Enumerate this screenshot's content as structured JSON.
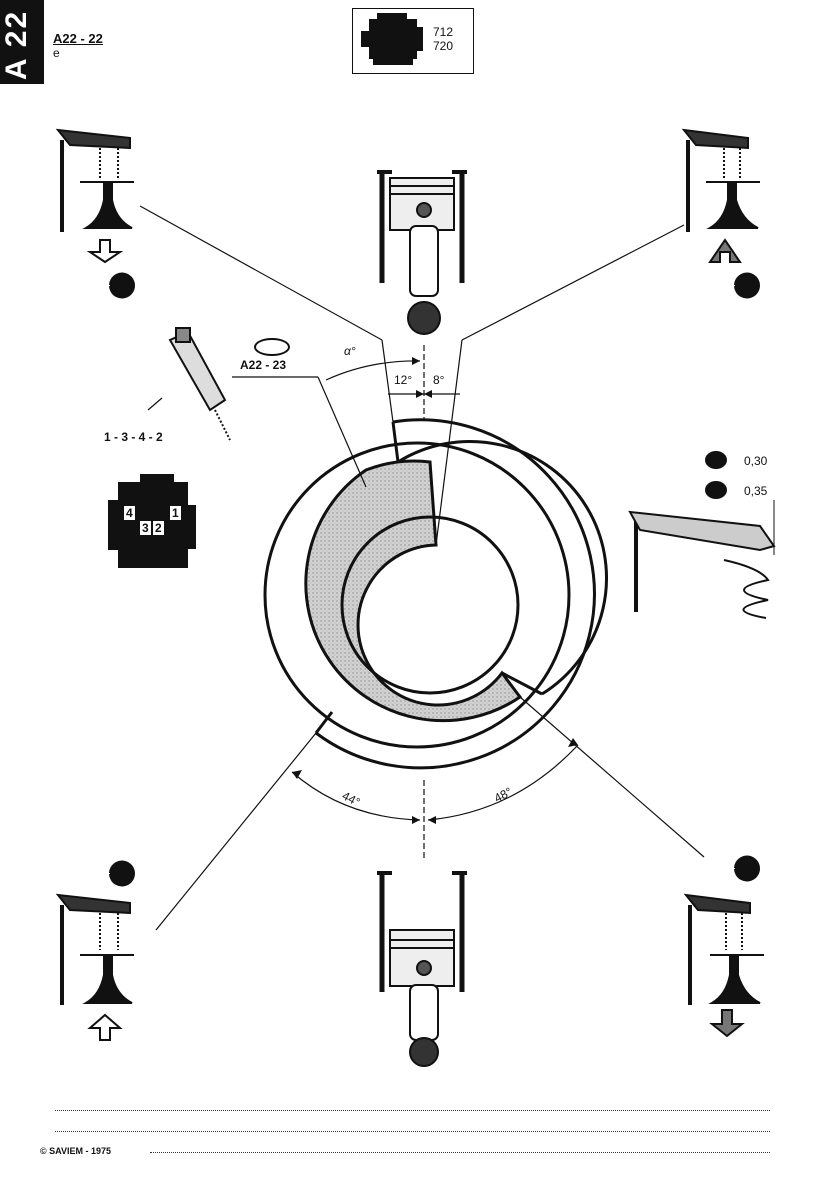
{
  "sheet_tab": "A 22",
  "ref_code": "A22 - 22",
  "ref_suffix": "e",
  "engine_codes": [
    "712",
    "720"
  ],
  "see_ref": "A22 - 23",
  "firing_order": "1 - 3 - 4 - 2",
  "cylinders": [
    "4",
    "3",
    "2",
    "1"
  ],
  "angles": {
    "injection_advance": "α°",
    "intake_open_btdc": "12°",
    "exhaust_close_atdc": "8°",
    "intake_close_abdc": "44°",
    "exhaust_open_bbdc": "48°"
  },
  "clearances": {
    "intake": "0,30",
    "exhaust": "0,35"
  },
  "footer_copyright": "SAVIEM - 1975",
  "colors": {
    "ink": "#111111",
    "shade": "#cfcfcf",
    "paper": "#ffffff"
  }
}
